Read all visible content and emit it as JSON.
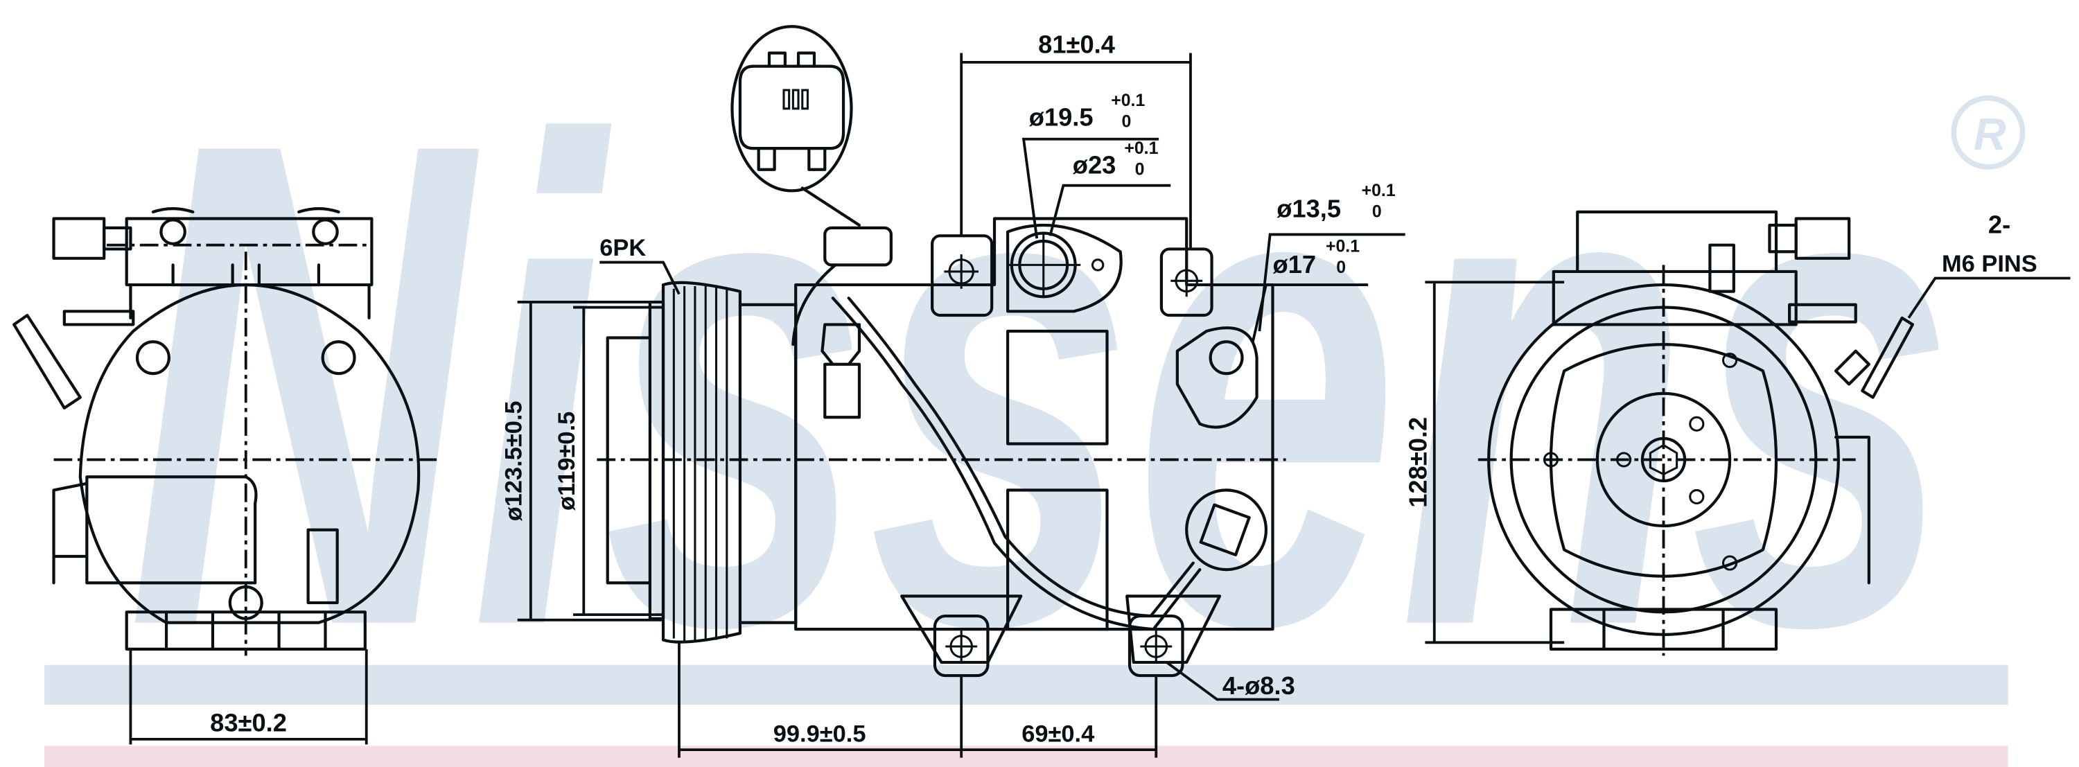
{
  "watermark": {
    "brand": "Nissens",
    "registered_mark": "®"
  },
  "colors": {
    "line": "#0a0f14",
    "watermark": "#d9e4ee",
    "band_blue": "#d9e4ee",
    "band_pink": "#f3dce2"
  },
  "dimensions": {
    "side_width": "83±0.2",
    "top_width": "81±0.4",
    "pulley_offset": "99.9±0.5",
    "mount_spacing": "69±0.4",
    "mount_holes": "4-ø8.3",
    "pulley_outer_dia": "ø123.5±0.5",
    "pulley_inner_dia": "ø119±0.5",
    "height": "128±0.2",
    "belt_type": "6PK",
    "pins_count": "2-",
    "pins_label": "M6  PINS",
    "port_large_a": {
      "base": "ø19.5",
      "upper": "+0.1",
      "lower": "0"
    },
    "port_large_b": {
      "base": "ø23",
      "upper": "+0.1",
      "lower": "0"
    },
    "port_small_a": {
      "base": "ø13,5",
      "upper": "+0.1",
      "lower": "0"
    },
    "port_small_b": {
      "base": "ø17",
      "upper": "+0.1",
      "lower": "0"
    }
  }
}
